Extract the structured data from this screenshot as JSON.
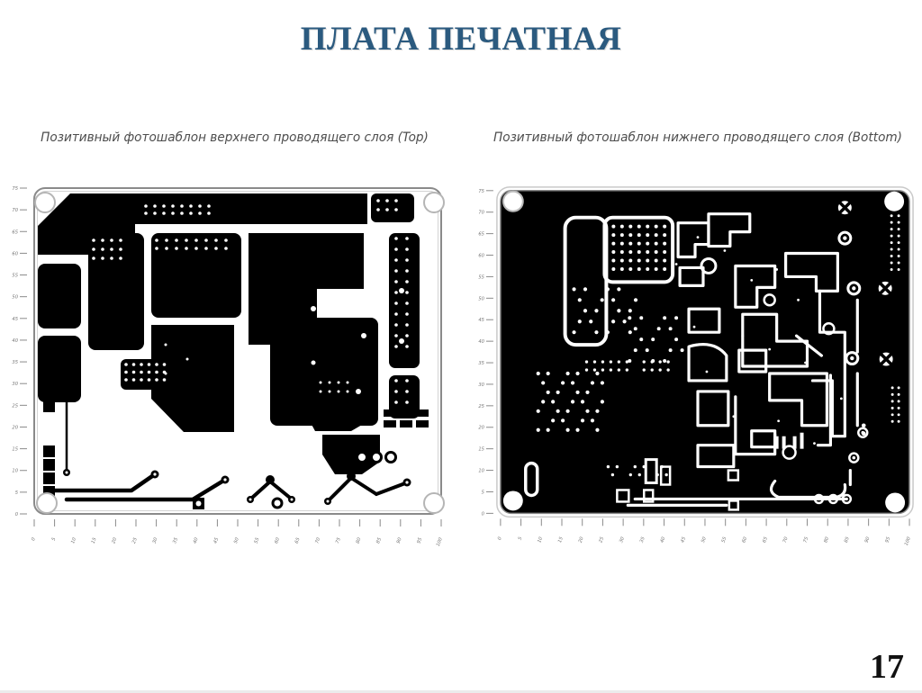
{
  "slide": {
    "title": "ПЛАТА ПЕЧАТНАЯ",
    "page_number": "17"
  },
  "figures": {
    "top_layer": {
      "caption": "Позитивный фотошаблон верхнего проводящего слоя (Top)"
    },
    "bottom_layer": {
      "caption": "Позитивный фотошаблон нижнего проводящего слоя (Bottom)"
    }
  },
  "rulers": {
    "x_ticks": [
      0,
      5,
      10,
      15,
      20,
      25,
      30,
      35,
      40,
      45,
      50,
      55,
      60,
      65,
      70,
      75,
      80,
      85,
      90,
      95,
      100
    ],
    "y_ticks": [
      75,
      70,
      65,
      60,
      55,
      50,
      45,
      40,
      35,
      30,
      25,
      20,
      15,
      10,
      5,
      0
    ]
  },
  "colors": {
    "title": "#2b5a7f",
    "artwork": "#000000",
    "caption": "#4d4d4d",
    "board_outline": "#8a8a8a"
  }
}
